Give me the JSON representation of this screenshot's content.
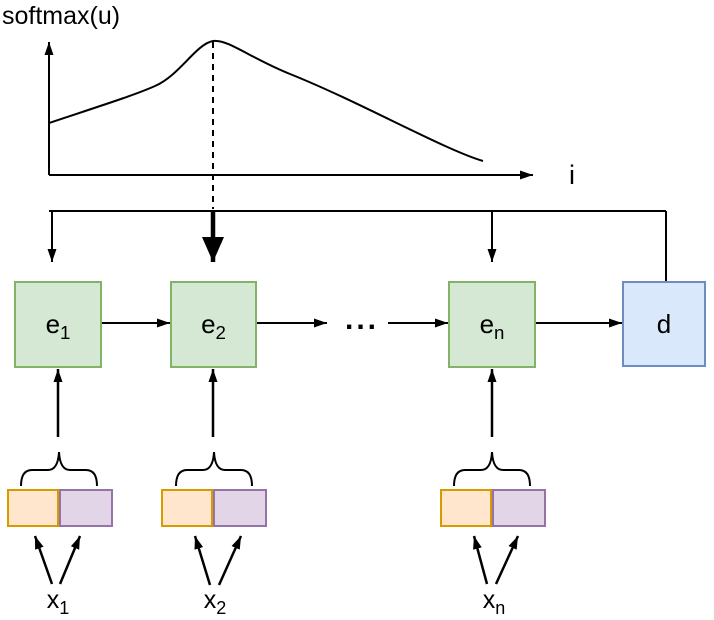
{
  "plot": {
    "ylabel": "softmax(u)",
    "xlabel": "i"
  },
  "encoders": [
    {
      "base": "e",
      "sub": "1"
    },
    {
      "base": "e",
      "sub": "2"
    },
    {
      "base": "e",
      "sub": "n"
    }
  ],
  "ellipsis": "...",
  "decoder": {
    "label": "d"
  },
  "inputs": [
    {
      "base": "x",
      "sub": "1"
    },
    {
      "base": "x",
      "sub": "2"
    },
    {
      "base": "x",
      "sub": "n"
    }
  ],
  "colors": {
    "line": "#000000",
    "encoder-fill": "#d5e8d4",
    "encoder-border": "#82b366",
    "decoder-fill": "#dae8fc",
    "decoder-border": "#6c8ebf",
    "embed-a-fill": "#ffe6cc",
    "embed-a-border": "#d79b00",
    "embed-b-fill": "#e1d5e7",
    "embed-b-border": "#9673a6"
  }
}
